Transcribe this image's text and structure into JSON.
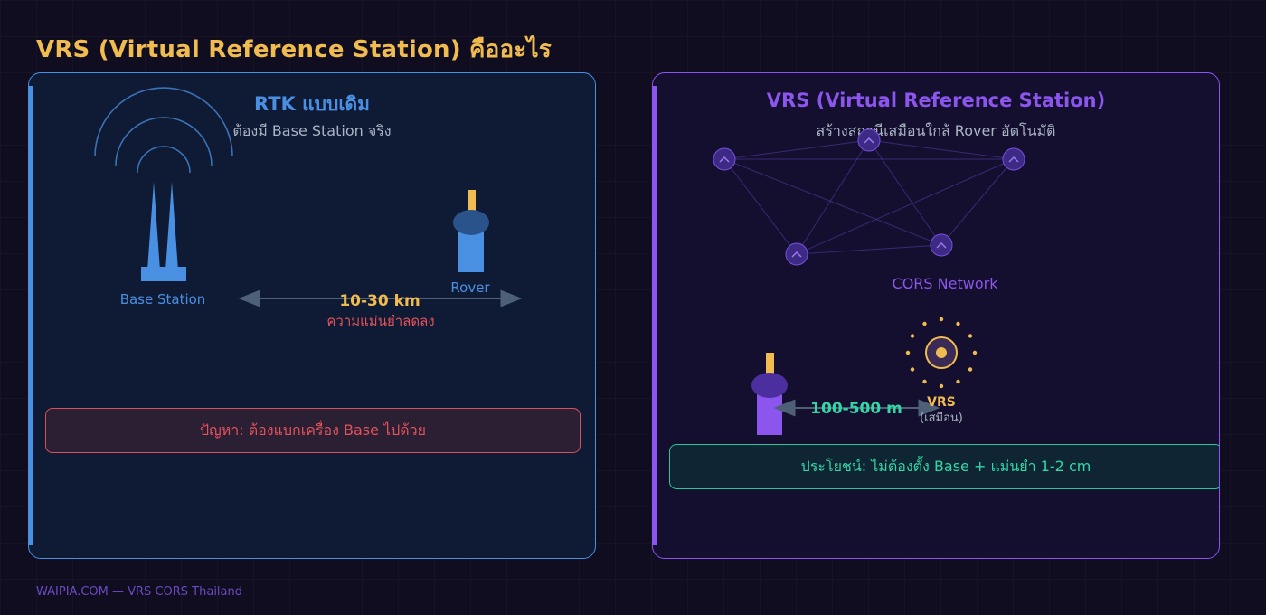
{
  "page": {
    "title": "VRS (Virtual Reference Station) คืออะไร",
    "footer": "WAIPIA.COM — VRS CORS Thailand"
  },
  "colors": {
    "background": "#0f0d1f",
    "title": "#f0bb4f",
    "rtk_accent": "#4a90e2",
    "vrs_accent": "#8b55ee",
    "problem": "#e4525c",
    "benefit": "#31d8a6",
    "distance_label": "#f0bb4f"
  },
  "rtk": {
    "title": "RTK แบบเดิม",
    "subtitle": "ต้องมี Base Station จริง",
    "base_label": "Base Station",
    "rover_label": "Rover",
    "distance": "10-30 km",
    "accuracy_note": "ความแม่นยำลดลง",
    "problem": "ปัญหา: ต้องแบกเครื่อง Base ไปด้วย"
  },
  "vrs": {
    "title": "VRS (Virtual Reference Station)",
    "subtitle": "สร้างสถานีเสมือนใกล้ Rover อัตโนมัติ",
    "network_label": "CORS Network",
    "vrs_label": "VRS",
    "vrs_sublabel": "(เสมือน)",
    "distance": "100-500 m",
    "benefit": "ประโยชน์: ไม่ต้องตั้ง Base + แม่นยำ 1-2 cm"
  },
  "icons": [
    "radio-wave-icon",
    "base-station-tower-icon",
    "rover-receiver-icon",
    "cors-station-icon",
    "virtual-station-icon"
  ]
}
